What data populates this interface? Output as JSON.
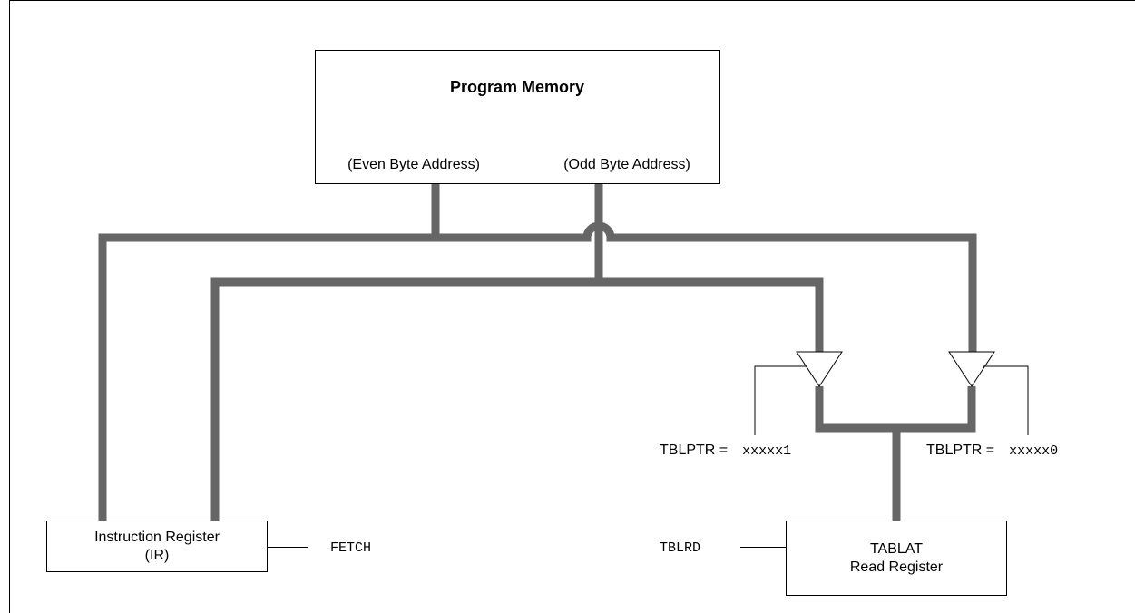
{
  "program_memory": {
    "title": "Program Memory",
    "even_label": "(Even Byte Address)",
    "odd_label": "(Odd Byte Address)"
  },
  "instruction_register": {
    "line1": "Instruction Register",
    "line2": "(IR)",
    "control": "FETCH"
  },
  "tablat_register": {
    "line1": "TABLAT",
    "line2": "Read Register",
    "control": "TBLRD"
  },
  "buffers": {
    "odd_select_prefix": "TBLPTR =",
    "odd_select_value": "xxxxx1",
    "even_select_prefix": "TBLPTR =",
    "even_select_value": "xxxxx0"
  },
  "colors": {
    "bus": "#666666",
    "outline": "#000000"
  }
}
